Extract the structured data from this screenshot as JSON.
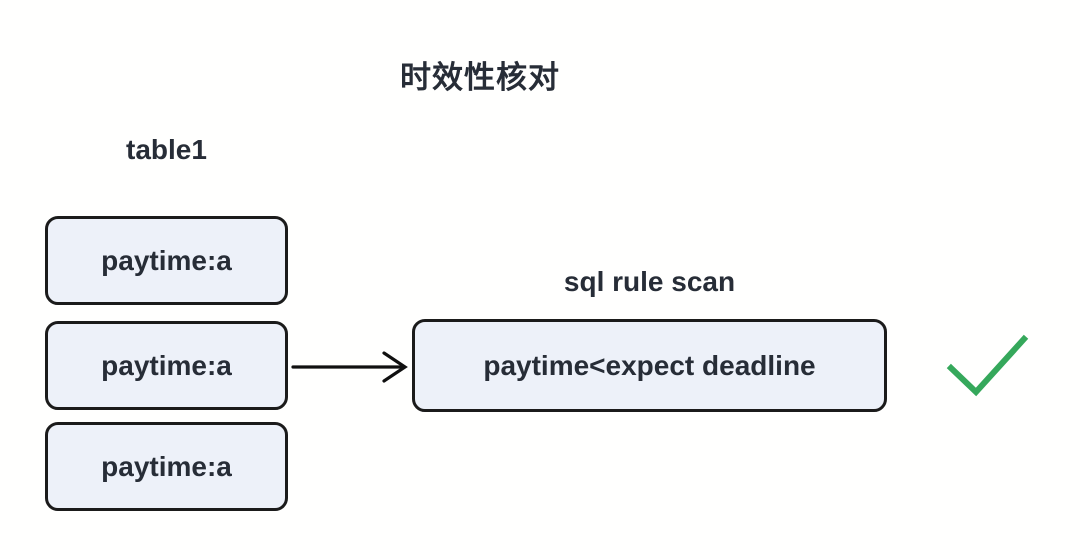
{
  "title": "时效性核对",
  "table": {
    "label": "table1",
    "rows": [
      {
        "label": "paytime:a"
      },
      {
        "label": "paytime:a"
      },
      {
        "label": "paytime:a"
      }
    ]
  },
  "scan": {
    "label": "sql rule scan",
    "rule": "paytime<expect deadline"
  },
  "result": {
    "status": "pass",
    "icon": "checkmark-icon"
  },
  "colors": {
    "background": "#fffffe",
    "box_fill": "#edf1f9",
    "box_border": "#1b1b1b",
    "text": "#272d37",
    "arrow": "#101010",
    "check_green": "#35a85b"
  }
}
